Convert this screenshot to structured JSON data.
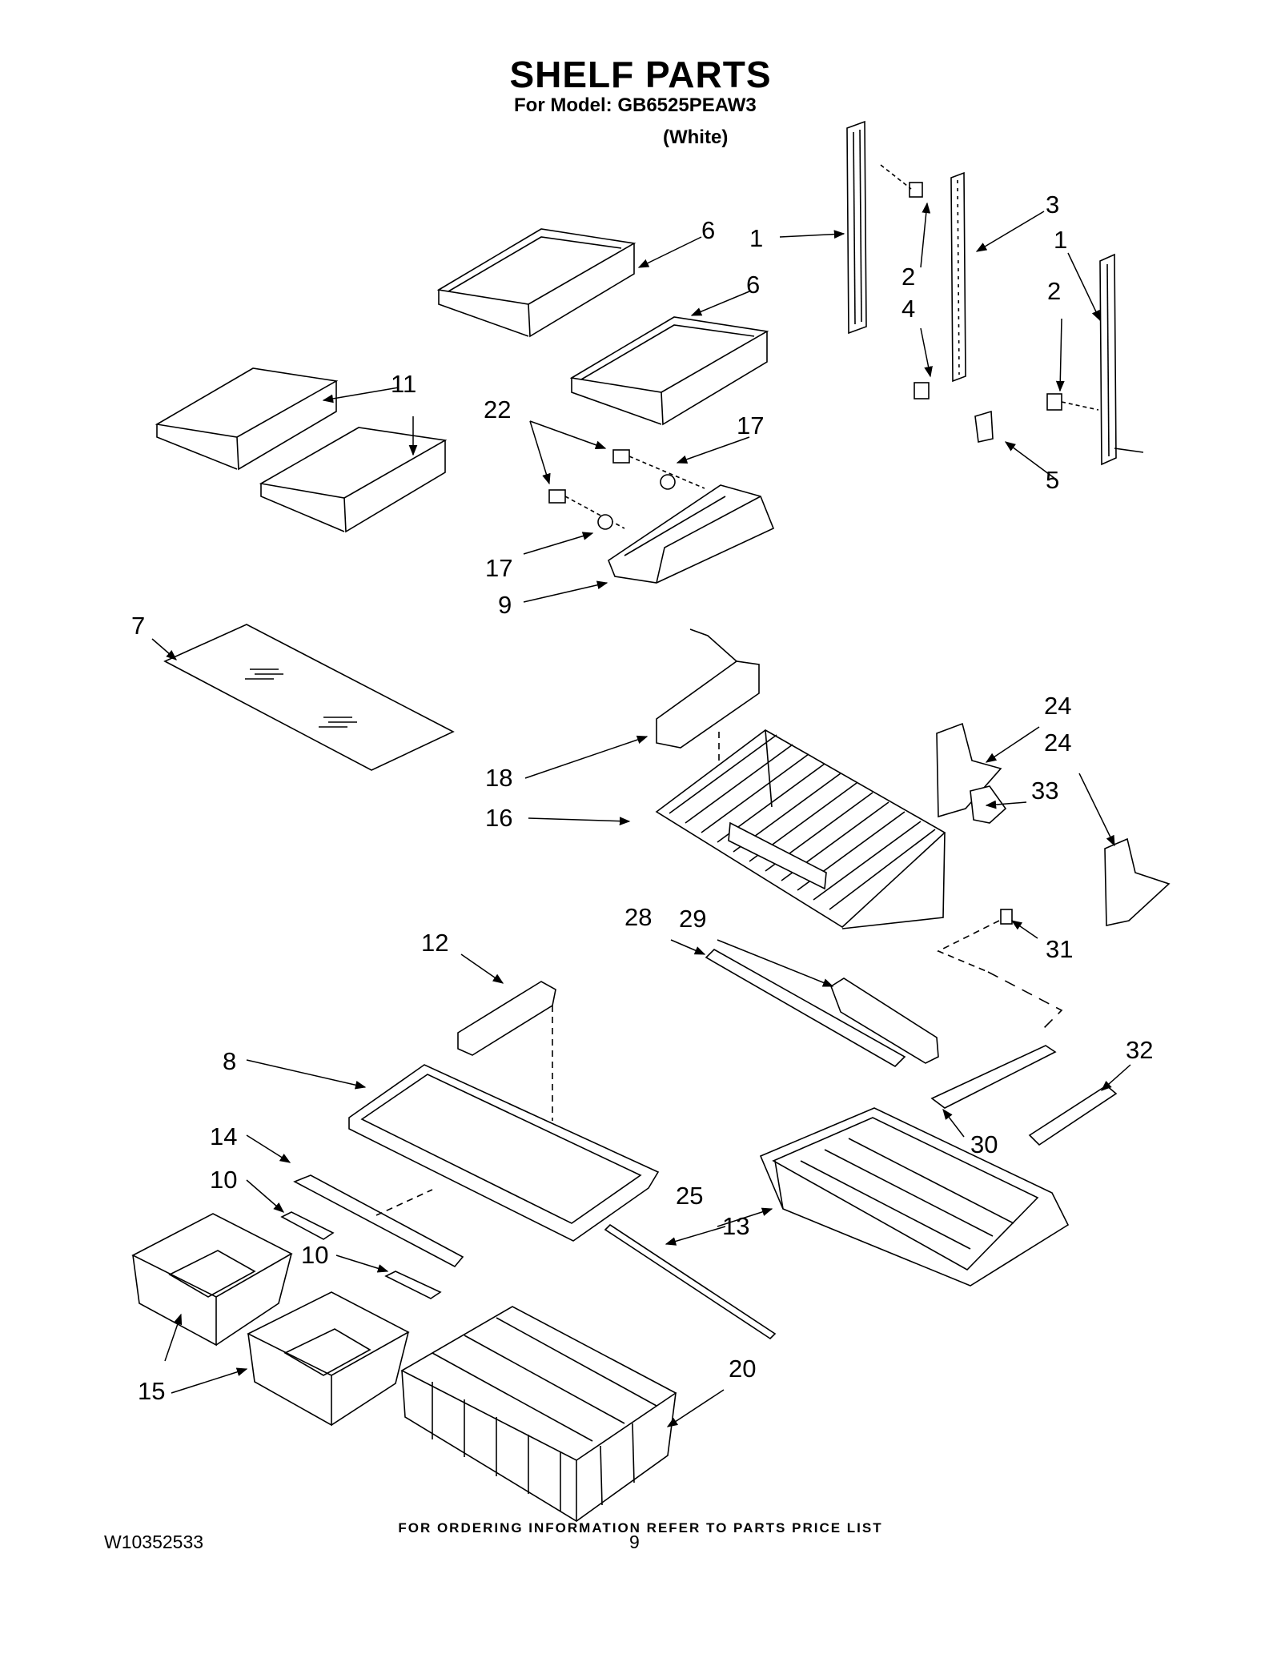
{
  "header": {
    "title": "SHELF PARTS",
    "model_line": "For Model: GB6525PEAW3",
    "variant": "(White)"
  },
  "callouts": {
    "c1a": "1",
    "c1b": "1",
    "c2a": "2",
    "c2b": "2",
    "c3": "3",
    "c4": "4",
    "c5": "5",
    "c6a": "6",
    "c6b": "6",
    "c7": "7",
    "c8": "8",
    "c9": "9",
    "c10a": "10",
    "c10b": "10",
    "c11": "11",
    "c12": "12",
    "c13": "13",
    "c14": "14",
    "c15": "15",
    "c16": "16",
    "c17a": "17",
    "c17b": "17",
    "c18": "18",
    "c20": "20",
    "c22": "22",
    "c24a": "24",
    "c24b": "24",
    "c25": "25",
    "c28": "28",
    "c29": "29",
    "c30": "30",
    "c31": "31",
    "c32": "32",
    "c33": "33"
  },
  "footer": {
    "note": "FOR ORDERING INFORMATION REFER TO PARTS PRICE LIST",
    "doc_id": "W10352533",
    "page": "9"
  }
}
